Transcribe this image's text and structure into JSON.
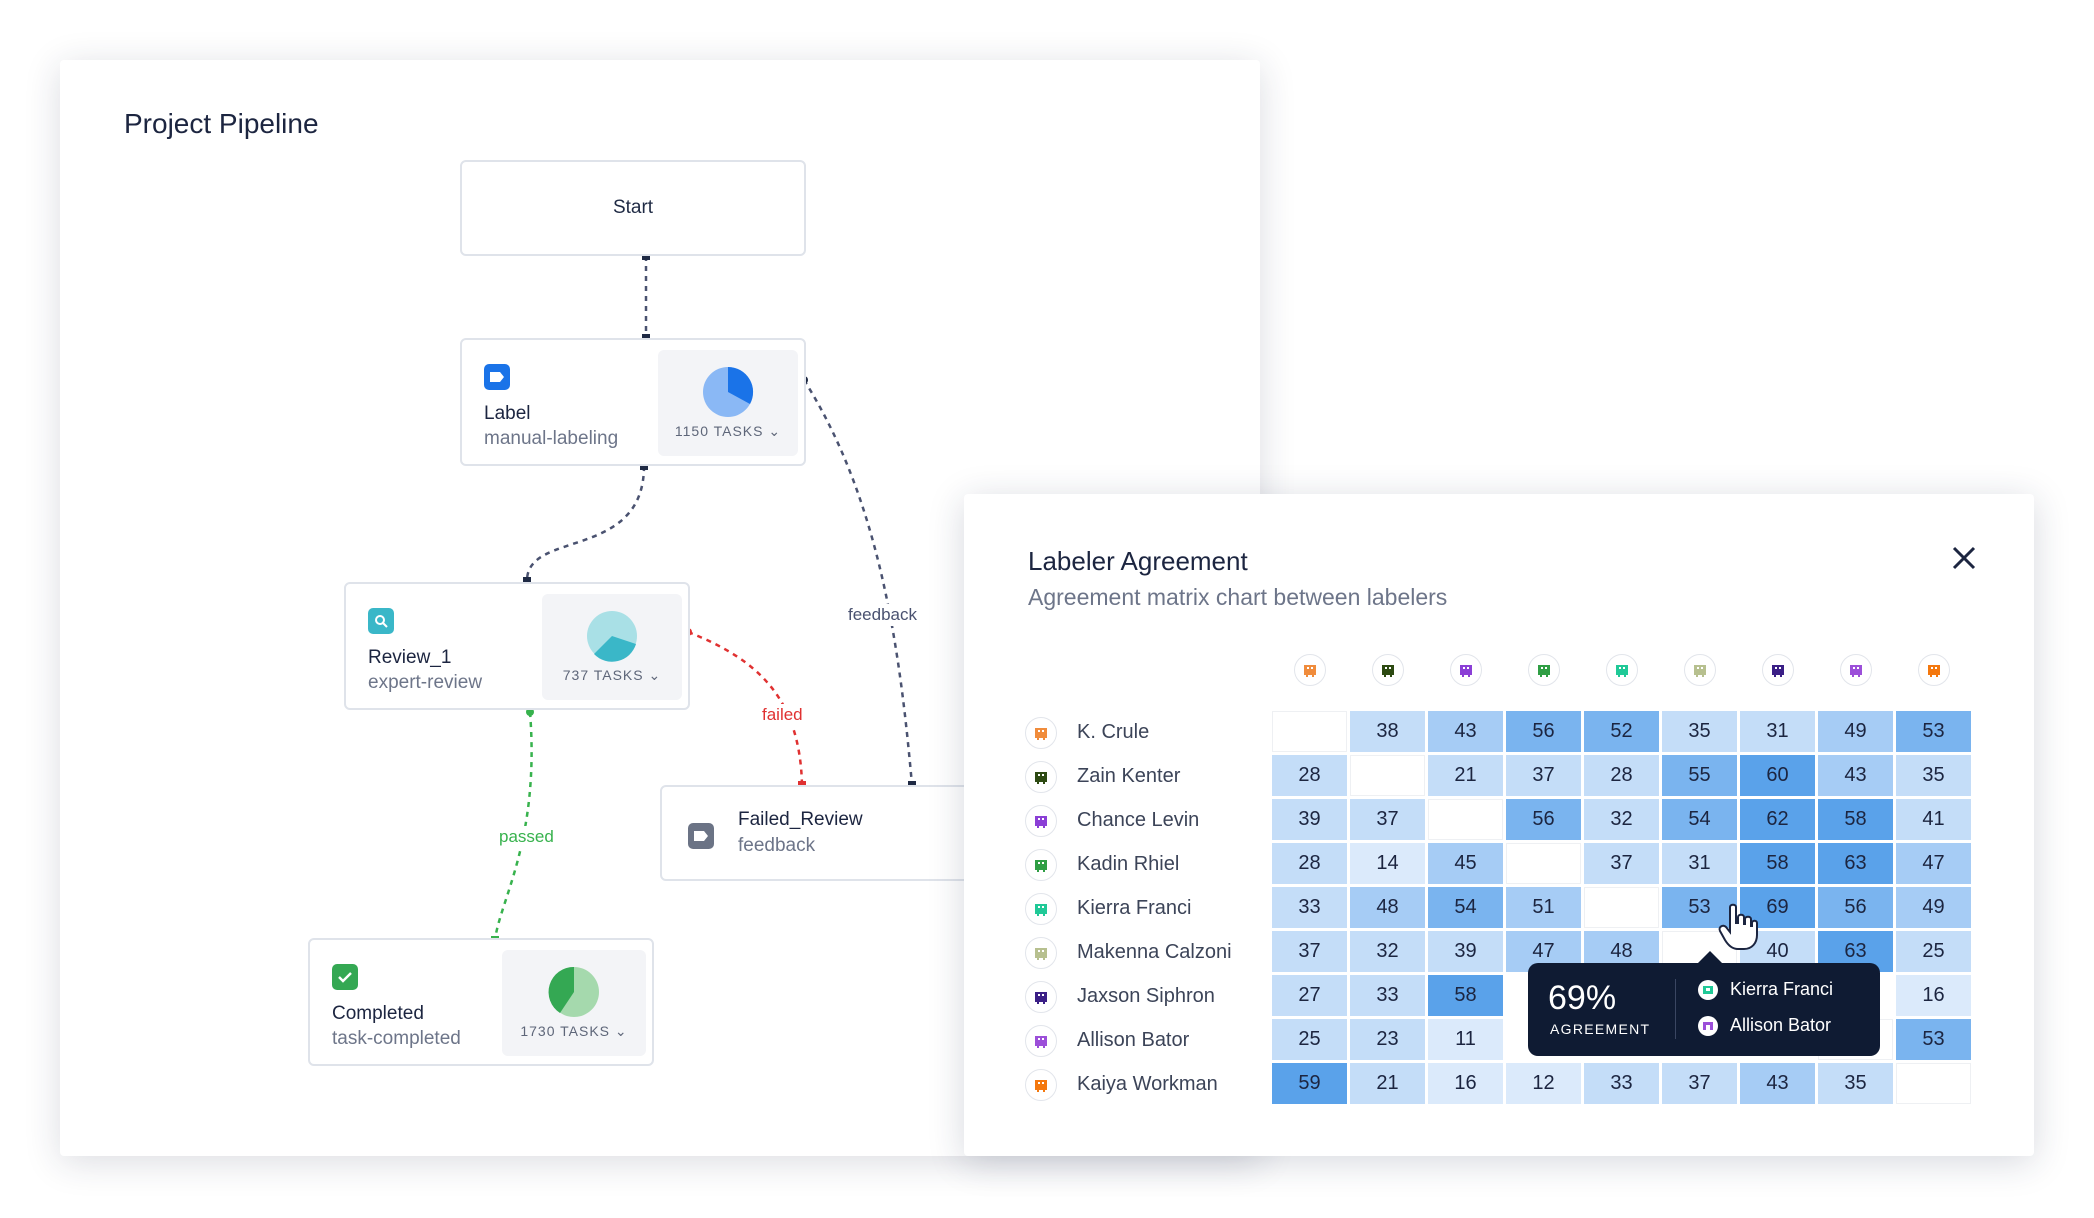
{
  "pipeline": {
    "title": "Project Pipeline",
    "nodes": {
      "start": {
        "title": "Start"
      },
      "label": {
        "title": "Label",
        "subtitle": "manual-labeling",
        "tasks": "1150 TASKS",
        "icon": "label-tag-icon",
        "color": "#1a73e8"
      },
      "review": {
        "title": "Review_1",
        "subtitle": "expert-review",
        "tasks": "737 TASKS",
        "icon": "search-icon",
        "color": "#3ab7c8"
      },
      "failed": {
        "title": "Failed_Review",
        "subtitle": "feedback",
        "icon": "label-tag-icon",
        "color": "#6b7385"
      },
      "completed": {
        "title": "Completed",
        "subtitle": "task-completed",
        "tasks": "1730 TASKS",
        "icon": "check-icon",
        "color": "#34a853"
      }
    },
    "edges": {
      "feedback": "feedback",
      "failed": "failed",
      "passed": "passed"
    },
    "colors": {
      "failed": "#e03131",
      "passed": "#37b24d",
      "neutral": "#4a5270"
    }
  },
  "agreement": {
    "title": "Labeler Agreement",
    "subtitle": "Agreement matrix chart between labelers",
    "labelers": [
      {
        "name": "K. Crule",
        "icon": "orange-pixel-avatar-icon",
        "color": "#f08c3c"
      },
      {
        "name": "Zain Kenter",
        "icon": "darkgreen-pixel-avatar-icon",
        "color": "#2d4a12"
      },
      {
        "name": "Chance Levin",
        "icon": "purple-pixel-avatar-icon",
        "color": "#8b3fd6"
      },
      {
        "name": "Kadin Rhiel",
        "icon": "green-pixel-avatar-icon",
        "color": "#2f9e44"
      },
      {
        "name": "Kierra Franci",
        "icon": "teal-pixel-avatar-icon",
        "color": "#20c997"
      },
      {
        "name": "Makenna Calzoni",
        "icon": "khaki-pixel-avatar-icon",
        "color": "#b7c08f"
      },
      {
        "name": "Jaxson Siphron",
        "icon": "indigo-pixel-avatar-icon",
        "color": "#3b1f86"
      },
      {
        "name": "Allison Bator",
        "icon": "violet-pixel-avatar-icon",
        "color": "#9c4fd9"
      },
      {
        "name": "Kaiya Workman",
        "icon": "orange-pixel-avatar-icon",
        "color": "#f4780e"
      }
    ],
    "matrix": [
      [
        "",
        "38",
        "43",
        "56",
        "52",
        "35",
        "31",
        "49",
        "53"
      ],
      [
        "28",
        "",
        "21",
        "37",
        "28",
        "55",
        "60",
        "43",
        "35"
      ],
      [
        "39",
        "37",
        "",
        "56",
        "32",
        "54",
        "62",
        "58",
        "41"
      ],
      [
        "28",
        "14",
        "45",
        "",
        "37",
        "31",
        "58",
        "63",
        "47"
      ],
      [
        "33",
        "48",
        "54",
        "51",
        "",
        "53",
        "69",
        "56",
        "49"
      ],
      [
        "37",
        "32",
        "39",
        "47",
        "48",
        "",
        "40",
        "63",
        "25"
      ],
      [
        "27",
        "33",
        "58",
        "",
        "",
        "",
        "",
        "",
        "16"
      ],
      [
        "25",
        "23",
        "11",
        "",
        "",
        "",
        "",
        "",
        "53"
      ],
      [
        "59",
        "21",
        "16",
        "12",
        "33",
        "37",
        "43",
        "35",
        ""
      ]
    ],
    "tooltip": {
      "percent": "69%",
      "label": "AGREEMENT",
      "person_a": "Kierra Franci",
      "person_b": "Allison Bator"
    }
  }
}
